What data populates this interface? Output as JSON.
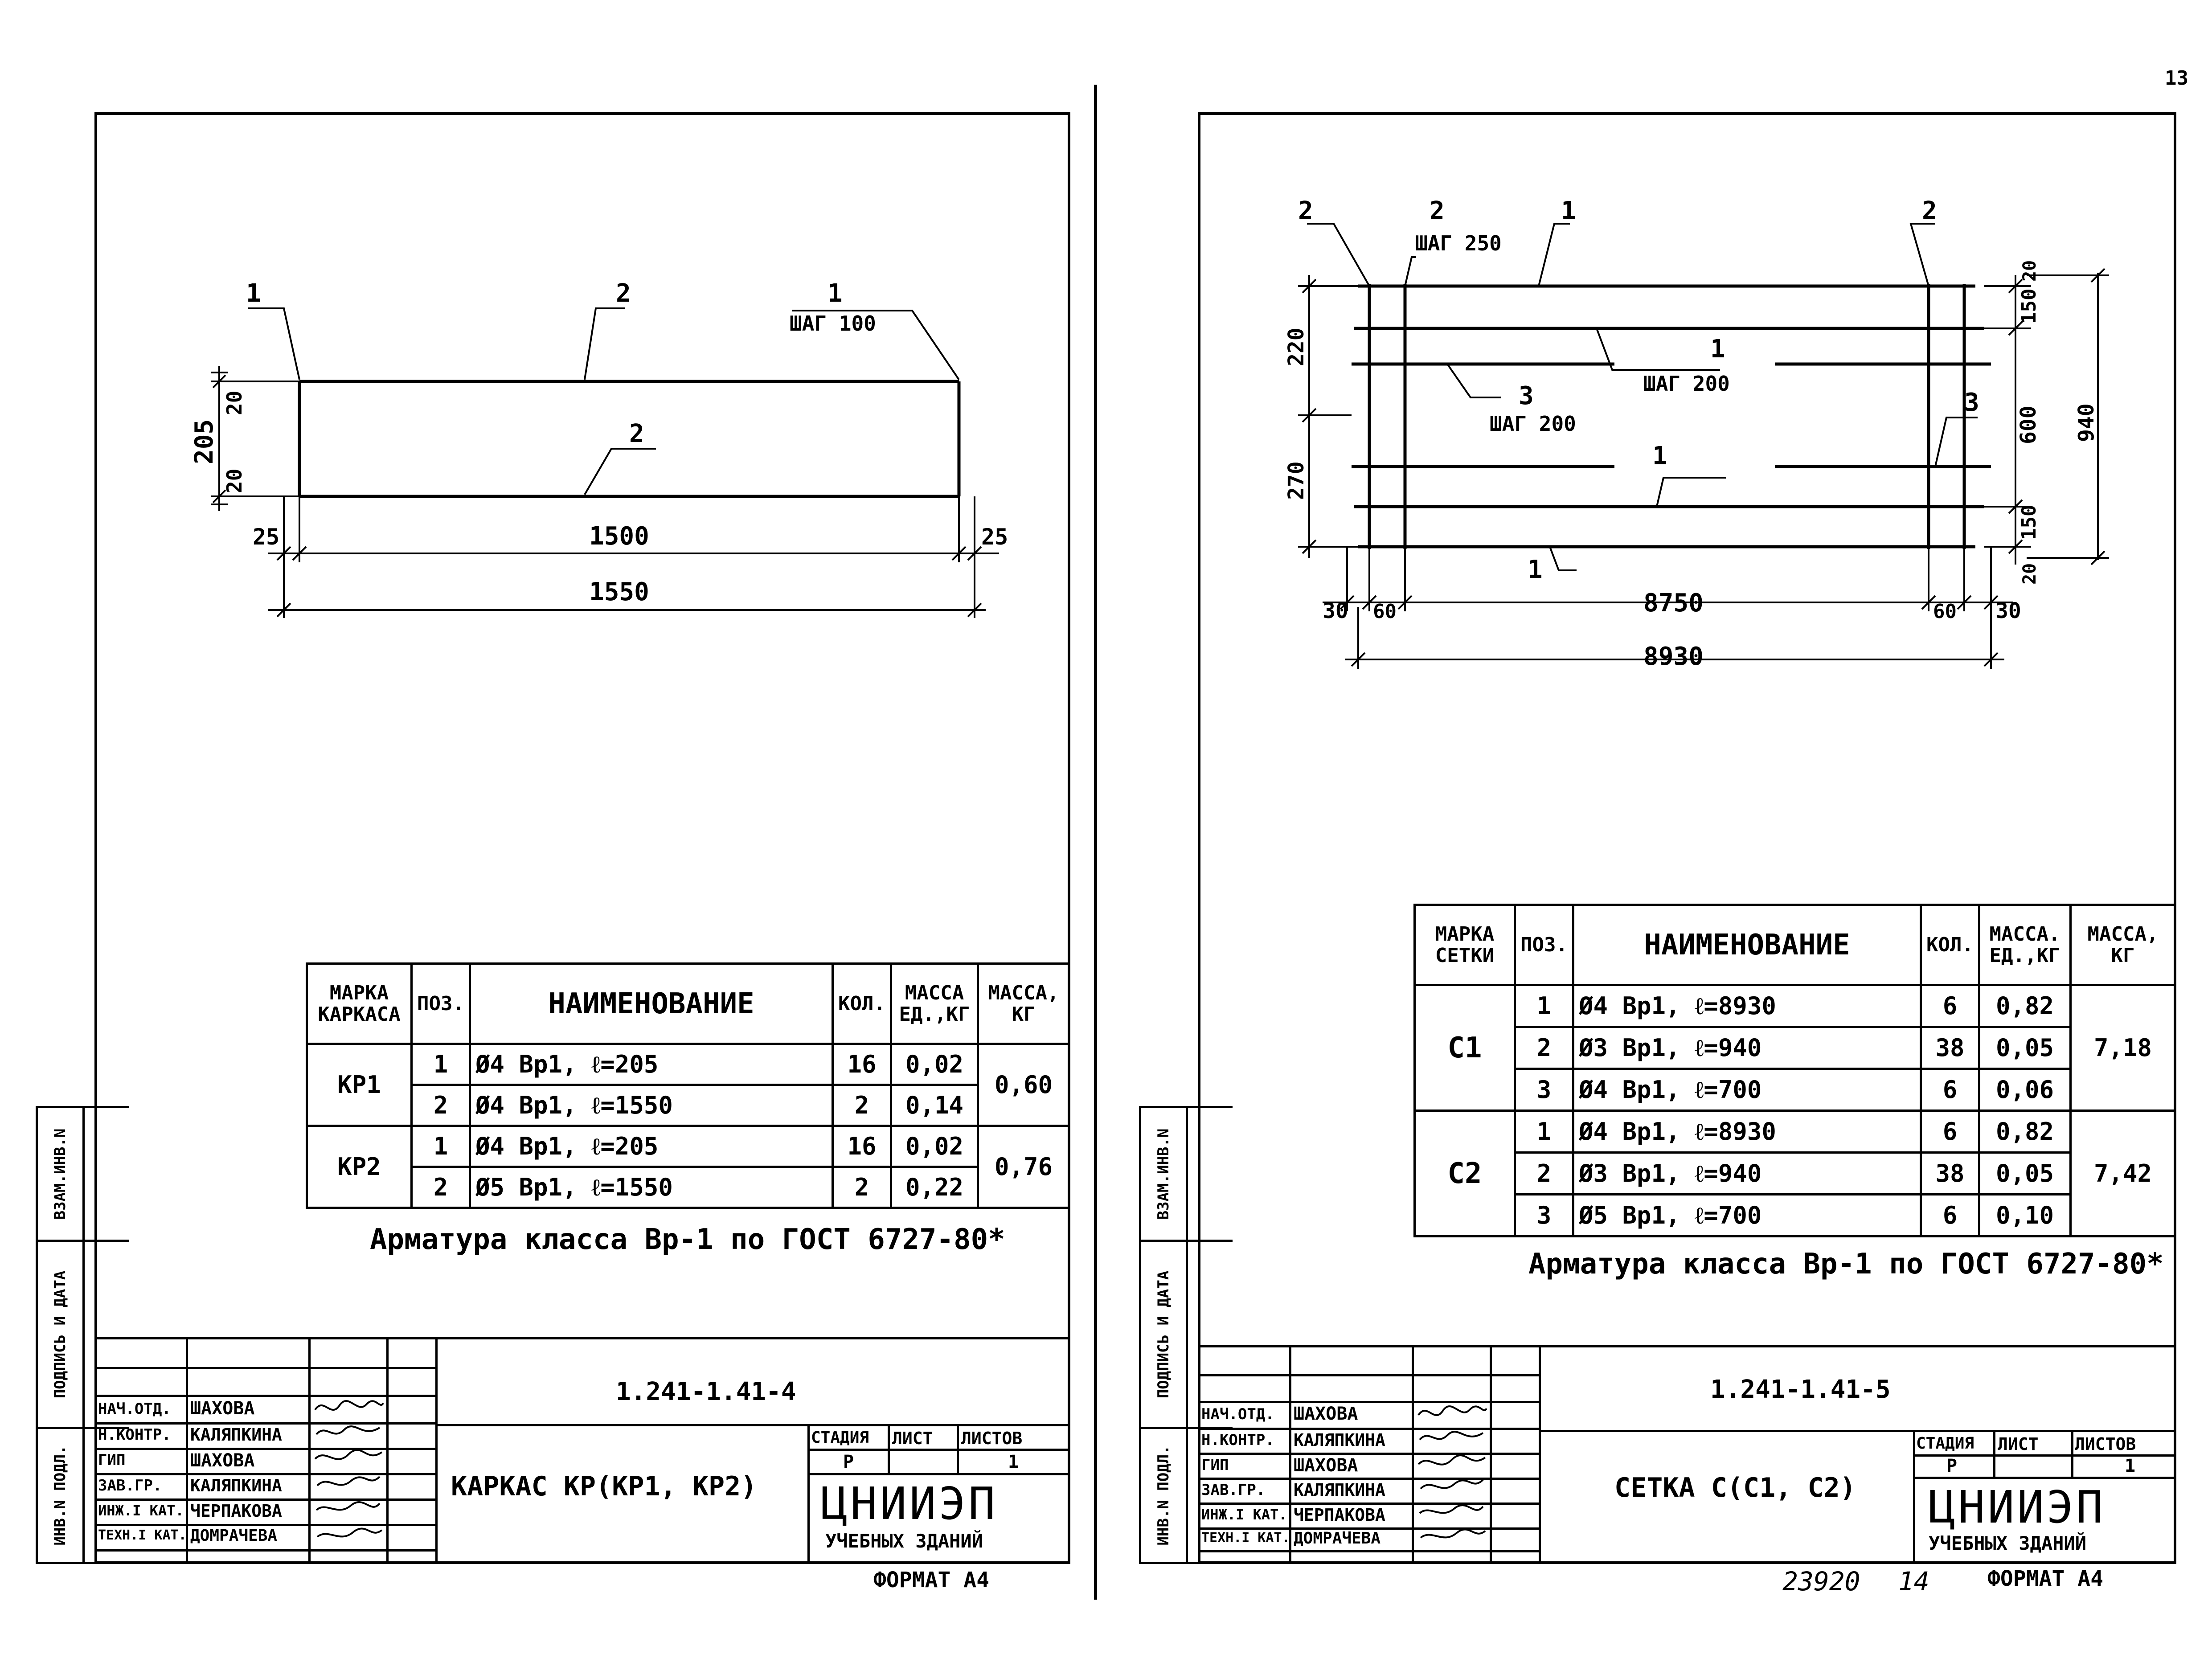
{
  "page_number": "13",
  "archive_number": "23920",
  "archive_sheet": "14",
  "left": {
    "drawing": {
      "labels": {
        "pos1_left": "1",
        "pos2_top": "2",
        "pos1_right": "1",
        "pos1_right_step": "ШАГ 100",
        "pos2_bottom": "2"
      },
      "dims": {
        "height": "205",
        "top_offset": "20",
        "bottom_offset": "20",
        "left_end": "25",
        "middle": "1500",
        "right_end": "25",
        "total": "1550"
      }
    },
    "spec": {
      "headers": {
        "mark": "МАРКА КАРКАСА",
        "pos": "ПОЗ.",
        "name": "НАИМЕНОВАНИЕ",
        "qty": "КОЛ.",
        "mass_unit": "МАССА ЕД.,КГ",
        "mass": "МАССА, КГ"
      },
      "groups": [
        {
          "mark": "КР1",
          "mass": "0,60",
          "rows": [
            {
              "pos": "1",
              "name": "Ø4 Вр1, ℓ=205",
              "qty": "16",
              "mass_unit": "0,02"
            },
            {
              "pos": "2",
              "name": "Ø4 Вр1, ℓ=1550",
              "qty": "2",
              "mass_unit": "0,14"
            }
          ]
        },
        {
          "mark": "КР2",
          "mass": "0,76",
          "rows": [
            {
              "pos": "1",
              "name": "Ø4 Вр1, ℓ=205",
              "qty": "16",
              "mass_unit": "0,02"
            },
            {
              "pos": "2",
              "name": "Ø5 Вр1, ℓ=1550",
              "qty": "2",
              "mass_unit": "0,22"
            }
          ]
        }
      ]
    },
    "note": "Арматура класса Вр-1 по ГОСТ 6727-80*",
    "title_block": {
      "code": "1.241-1.41-4",
      "title": "КАРКАС КР(КР1, КР2)",
      "roles": [
        {
          "role": "НАЧ.ОТД.",
          "name": "ШАХОВА"
        },
        {
          "role": "Н.КОНТР.",
          "name": "КАЛЯПКИНА"
        },
        {
          "role": "ГИП",
          "name": "ШАХОВА"
        },
        {
          "role": "ЗАВ.ГР.",
          "name": "КАЛЯПКИНА"
        },
        {
          "role": "ИНЖ.I КАТ.",
          "name": "ЧЕРПАКОВА"
        },
        {
          "role": "ТЕХН.I КАТ.",
          "name": "ДОМРАЧЕВА"
        }
      ],
      "stage_label": "СТАДИЯ",
      "sheet_label": "ЛИСТ",
      "sheets_label": "ЛИСТОВ",
      "stage": "Р",
      "sheet": "",
      "sheets": "1",
      "org": "ЦНИИЭП",
      "org_sub": "УЧЕБНЫХ ЗДАНИЙ"
    },
    "format": "ФОРМАТ А4",
    "stamp": {
      "ref": "ВЗАМ.ИНВ.N",
      "sign": "ПОДПИСЬ И ДАТА",
      "inv": "ИНВ.N ПОДЛ."
    }
  },
  "right": {
    "drawing": {
      "labels": {
        "pos2_a": "2",
        "pos2_b": "2",
        "pos2_b_step": "ШАГ 250",
        "pos1_top": "1",
        "pos2_right": "2",
        "pos1_mid": "1",
        "pos1_mid_step": "ШАГ 200",
        "pos3_left": "3",
        "pos3_left_step": "ШАГ 200",
        "pos3_right": "3",
        "pos1_low": "1",
        "pos1_bottom": "1"
      },
      "dims": {
        "top_edge": "20",
        "top_pitch": "150",
        "middle": "600",
        "bottom_pitch": "150",
        "bottom_edge": "20",
        "height": "940",
        "left_upper": "220",
        "left_lower": "270",
        "left_end": "30",
        "left_step": "60",
        "span": "8750",
        "right_step": "60",
        "right_end": "30",
        "total": "8930"
      }
    },
    "spec": {
      "headers": {
        "mark": "МАРКА СЕТКИ",
        "pos": "ПОЗ.",
        "name": "НАИМЕНОВАНИЕ",
        "qty": "КОЛ.",
        "mass_unit": "МАССА. ЕД.,КГ",
        "mass": "МАССА, КГ"
      },
      "groups": [
        {
          "mark": "С1",
          "mass": "7,18",
          "rows": [
            {
              "pos": "1",
              "name": "Ø4 Вр1, ℓ=8930",
              "qty": "6",
              "mass_unit": "0,82"
            },
            {
              "pos": "2",
              "name": "Ø3 Вр1, ℓ=940",
              "qty": "38",
              "mass_unit": "0,05"
            },
            {
              "pos": "3",
              "name": "Ø4 Вр1, ℓ=700",
              "qty": "6",
              "mass_unit": "0,06"
            }
          ]
        },
        {
          "mark": "С2",
          "mass": "7,42",
          "rows": [
            {
              "pos": "1",
              "name": "Ø4 Вр1, ℓ=8930",
              "qty": "6",
              "mass_unit": "0,82"
            },
            {
              "pos": "2",
              "name": "Ø3 Вр1, ℓ=940",
              "qty": "38",
              "mass_unit": "0,05"
            },
            {
              "pos": "3",
              "name": "Ø5 Вр1, ℓ=700",
              "qty": "6",
              "mass_unit": "0,10"
            }
          ]
        }
      ]
    },
    "note": "Арматура класса Вр-1 по ГОСТ 6727-80*",
    "title_block": {
      "code": "1.241-1.41-5",
      "title": "СЕТКА С(С1, С2)",
      "roles": [
        {
          "role": "НАЧ.ОТД.",
          "name": "ШАХОВА"
        },
        {
          "role": "Н.КОНТР.",
          "name": "КАЛЯПКИНА"
        },
        {
          "role": "ГИП",
          "name": "ШАХОВА"
        },
        {
          "role": "ЗАВ.ГР.",
          "name": "КАЛЯПКИНА"
        },
        {
          "role": "ИНЖ.I КАТ.",
          "name": "ЧЕРПАКОВА"
        },
        {
          "role": "ТЕХН.I КАТ.",
          "name": "ДОМРАЧЕВА"
        }
      ],
      "stage_label": "СТАДИЯ",
      "sheet_label": "ЛИСТ",
      "sheets_label": "ЛИСТОВ",
      "stage": "Р",
      "sheet": "",
      "sheets": "1",
      "org": "ЦНИИЭП",
      "org_sub": "УЧЕБНЫХ ЗДАНИЙ"
    },
    "format": "ФОРМАТ А4",
    "stamp": {
      "ref": "ВЗАМ.ИНВ.N",
      "sign": "ПОДПИСЬ И ДАТА",
      "inv": "ИНВ.N ПОДЛ."
    }
  }
}
